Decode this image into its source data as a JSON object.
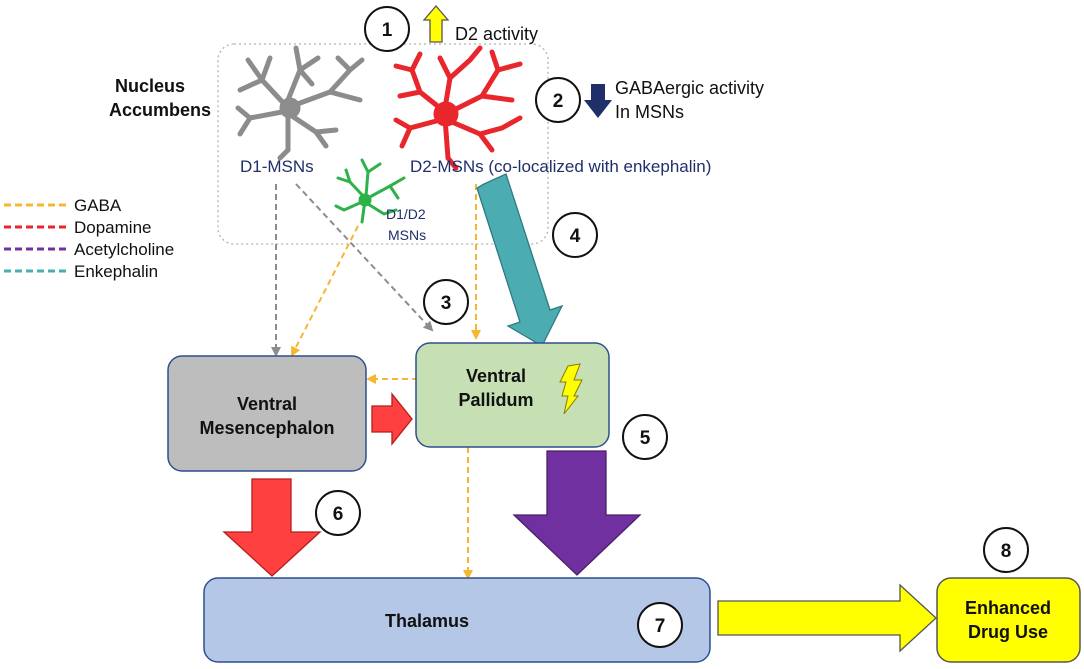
{
  "region": {
    "title_line1": "Nucleus",
    "title_line2": "Accumbens"
  },
  "cells": {
    "d1": "D1-MSNs",
    "d2": "D2-MSNs (co-localized with enkephalin)",
    "d1d2_line1": "D1/D2",
    "d1d2_line2": "MSNs"
  },
  "legend": [
    {
      "label": "GABA",
      "color": "#f5b731"
    },
    {
      "label": "Dopamine",
      "color": "#e8262b"
    },
    {
      "label": "Acetylcholine",
      "color": "#7030a0"
    },
    {
      "label": "Enkephalin",
      "color": "#4bacb1"
    }
  ],
  "annotations": {
    "d2_activity": "D2 activity",
    "gaba_line1": "GABAergic activity",
    "gaba_line2": "In MSNs"
  },
  "nodes": {
    "mesencephalon_line1": "Ventral",
    "mesencephalon_line2": "Mesencephalon",
    "pallidum_line1": "Ventral",
    "pallidum_line2": "Pallidum",
    "thalamus": "Thalamus",
    "drug_line1": "Enhanced",
    "drug_line2": "Drug Use"
  },
  "steps": [
    "1",
    "2",
    "3",
    "4",
    "5",
    "6",
    "7",
    "8"
  ],
  "colors": {
    "gaba": "#f5b731",
    "dopamine": "#e8262b",
    "acetylcholine": "#7030a0",
    "enkephalin": "#4bacb1",
    "d1_neuron": "#8c8c8c",
    "d2_neuron": "#e8262b",
    "d1d2_neuron": "#2db24a",
    "mesencephalon_fill": "#bdbdbd",
    "pallidum_fill": "#c6e0b4",
    "thalamus_fill": "#b4c7e7",
    "drug_fill": "#ffff00",
    "up_arrow": "#ffff00",
    "down_arrow": "#1f2f6a"
  }
}
